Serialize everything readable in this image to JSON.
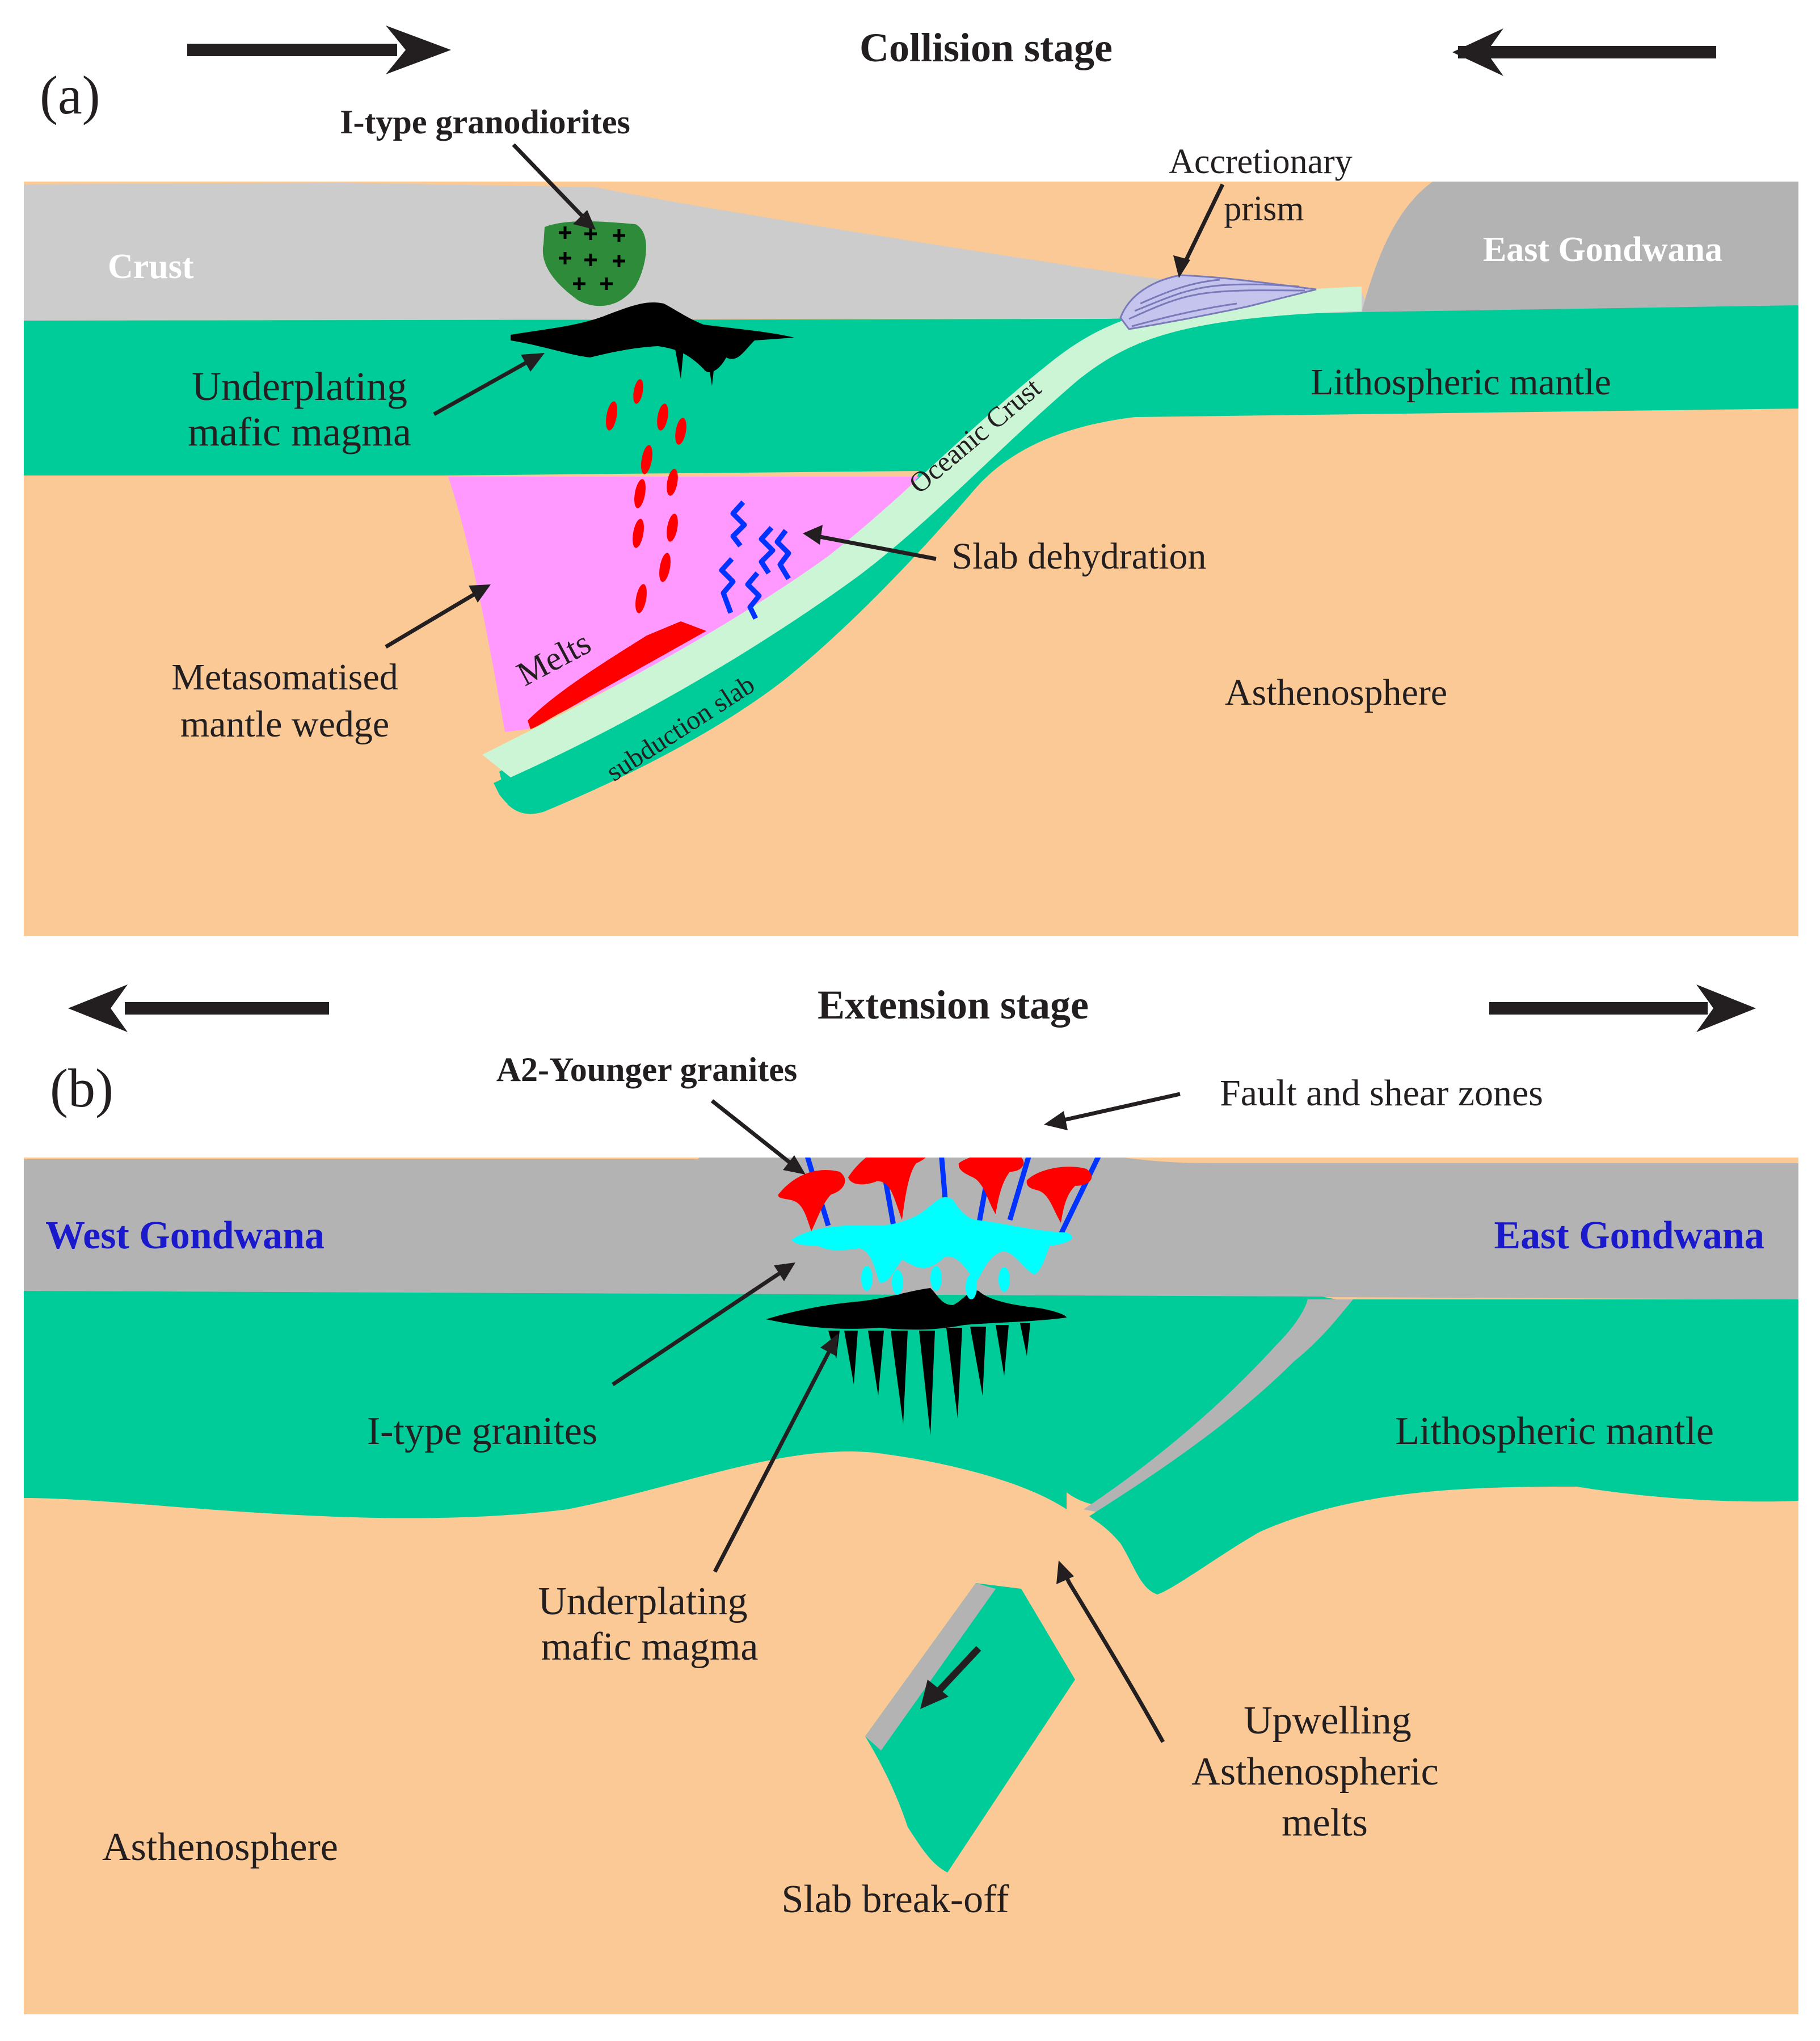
{
  "colors": {
    "asthenosphere": "#fbc995",
    "lithospheric_mantle": "#00cc99",
    "crust": "#cccccc",
    "crust_dark": "#b3b3b3",
    "oceanic_crust": "#ccf5d6",
    "metasomatised_wedge": "#ff99ff",
    "melt_red": "#ff0000",
    "mafic_black": "#000000",
    "i_type_cyan": "#00ffff",
    "fluid_blue": "#0033ff",
    "granodiorite_green": "#2e8b3a",
    "prism": "#c4c4ee",
    "blue_label": "#1a1acc",
    "white_label": "#ffffff"
  },
  "panel_a": {
    "panel_label": "(a)",
    "stage_title": "Collision stage",
    "labels": {
      "crust": "Crust",
      "east_gondwana": "East Gondwana",
      "i_type_granodiorites": "I-type granodiorites",
      "accretionary_prism_1": "Accretionary",
      "accretionary_prism_2": "prism",
      "underplating_1": "Underplating",
      "underplating_2": "mafic magma",
      "lithospheric_mantle": "Lithospheric mantle",
      "oceanic_crust": "Oceanic Crust",
      "slab_dehydration": "Slab dehydration",
      "melts": "Melts",
      "metasomatised_1": "Metasomatised",
      "metasomatised_2": "mantle  wedge",
      "subduction_slab": "subduction slab",
      "asthenosphere": "Asthenosphere"
    }
  },
  "panel_b": {
    "panel_label": "(b)",
    "stage_title": "Extension stage",
    "labels": {
      "a2_younger_granites": "A2-Younger granites",
      "fault_shear_zones": "Fault and shear zones",
      "west_gondwana": "West Gondwana",
      "east_gondwana": "East Gondwana",
      "i_type_granites": "I-type granites",
      "lithospheric_mantle": "Lithospheric mantle",
      "underplating_1": "Underplating",
      "underplating_2": "mafic magma",
      "upwelling_1": "Upwelling",
      "upwelling_2": "Asthenospheric",
      "upwelling_3": "melts",
      "asthenosphere": "Asthenosphere",
      "slab_break_off": "Slab break-off"
    }
  }
}
